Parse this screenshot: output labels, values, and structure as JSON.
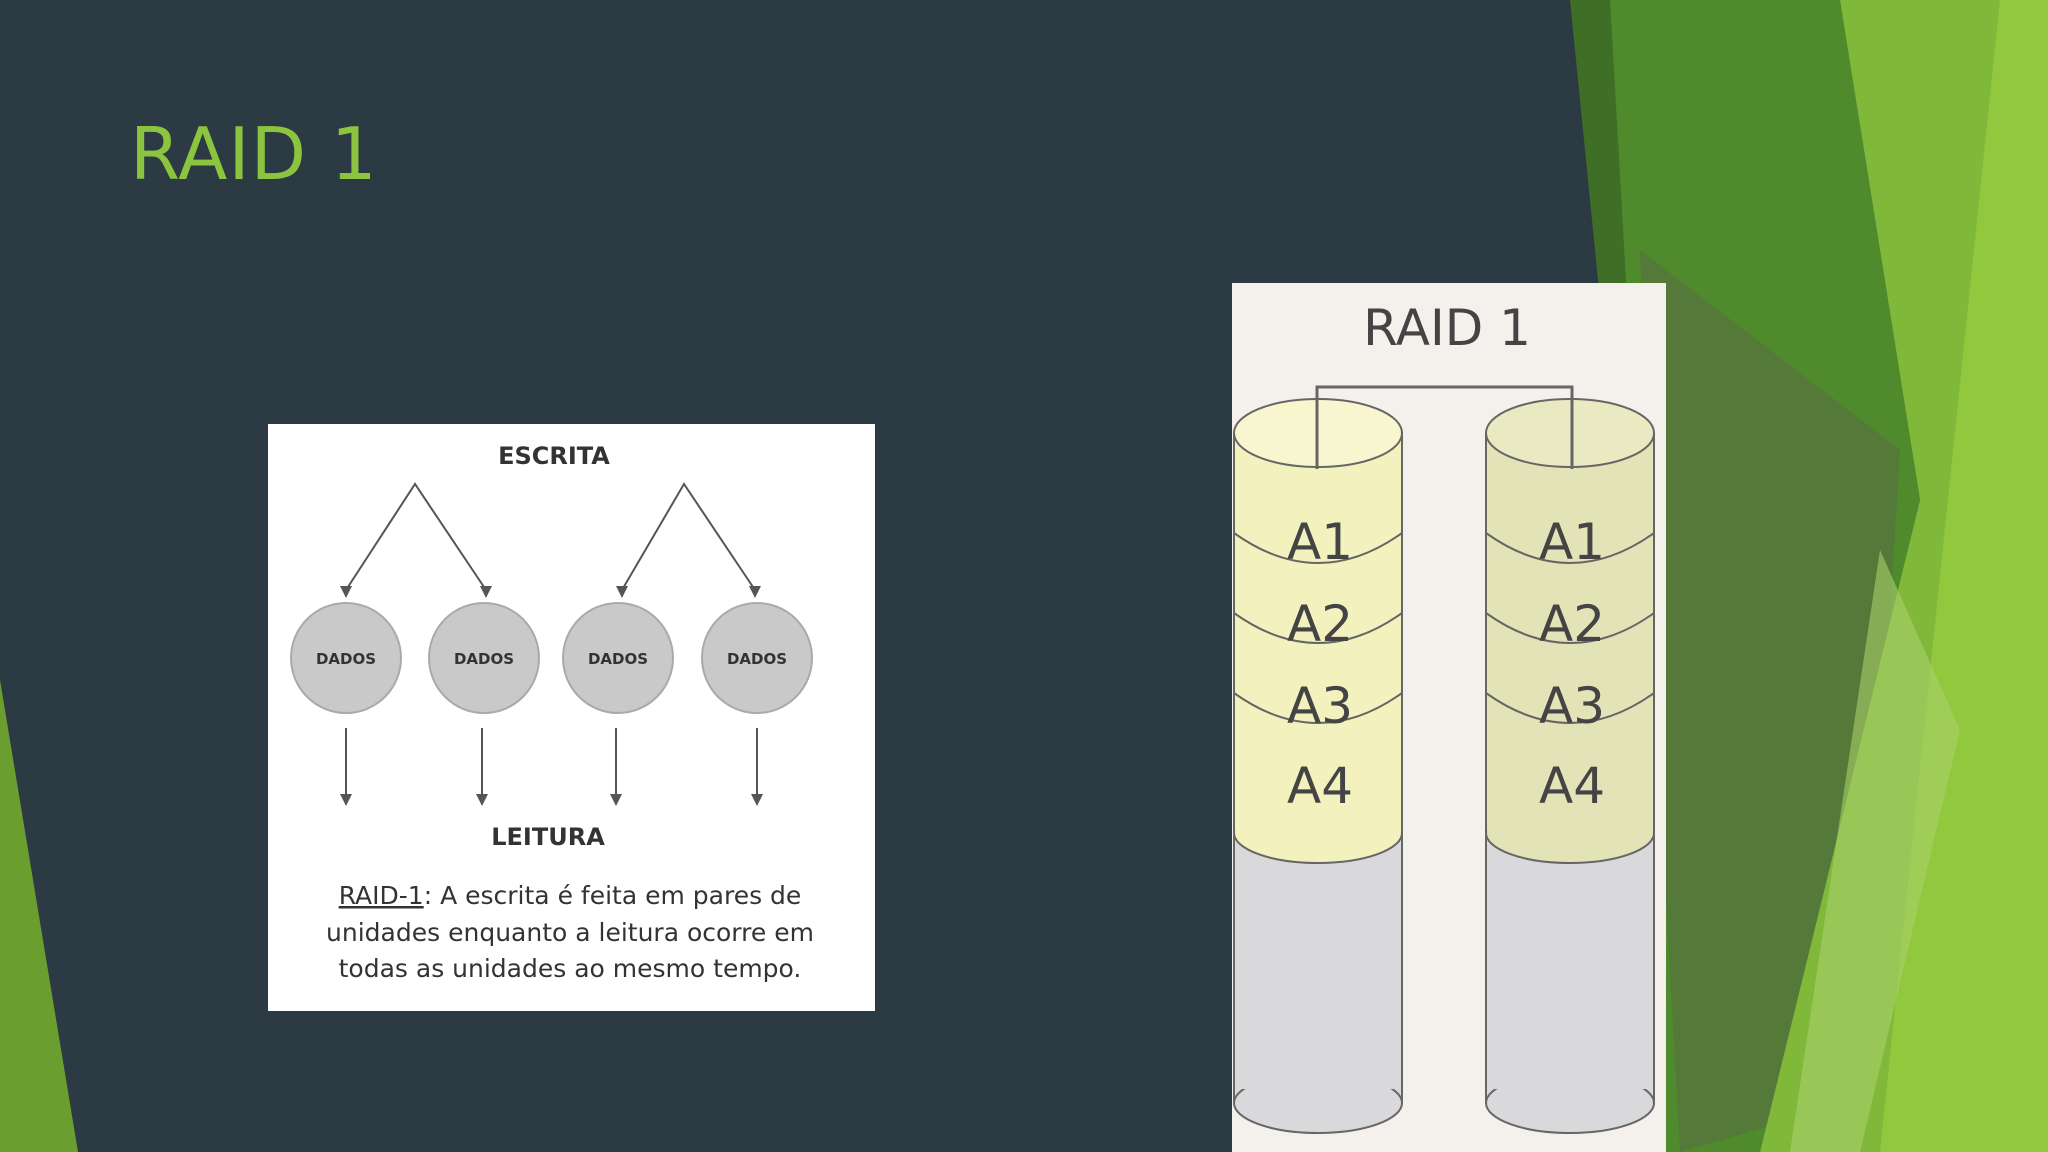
{
  "slide": {
    "title": "RAID 1"
  },
  "left_diagram": {
    "top_label": "ESCRITA",
    "bottom_label": "LEITURA",
    "disk_labels": [
      "DADOS",
      "DADOS",
      "DADOS",
      "DADOS"
    ],
    "caption_link": "RAID-1",
    "caption_line1": ": A escrita é feita em pares de",
    "caption_line2": "unidades enquanto a leitura ocorre em",
    "caption_line3": "todas as unidades ao mesmo tempo."
  },
  "right_diagram": {
    "title": "RAID 1",
    "disk1_blocks": [
      "A1",
      "A2",
      "A3",
      "A4"
    ],
    "disk2_blocks": [
      "A1",
      "A2",
      "A3",
      "A4"
    ]
  },
  "colors": {
    "background": "#2c3a43",
    "accent": "#8bc53f",
    "disk_gray": "#c9c9c9",
    "block_yellow": "#f3f2bf"
  }
}
